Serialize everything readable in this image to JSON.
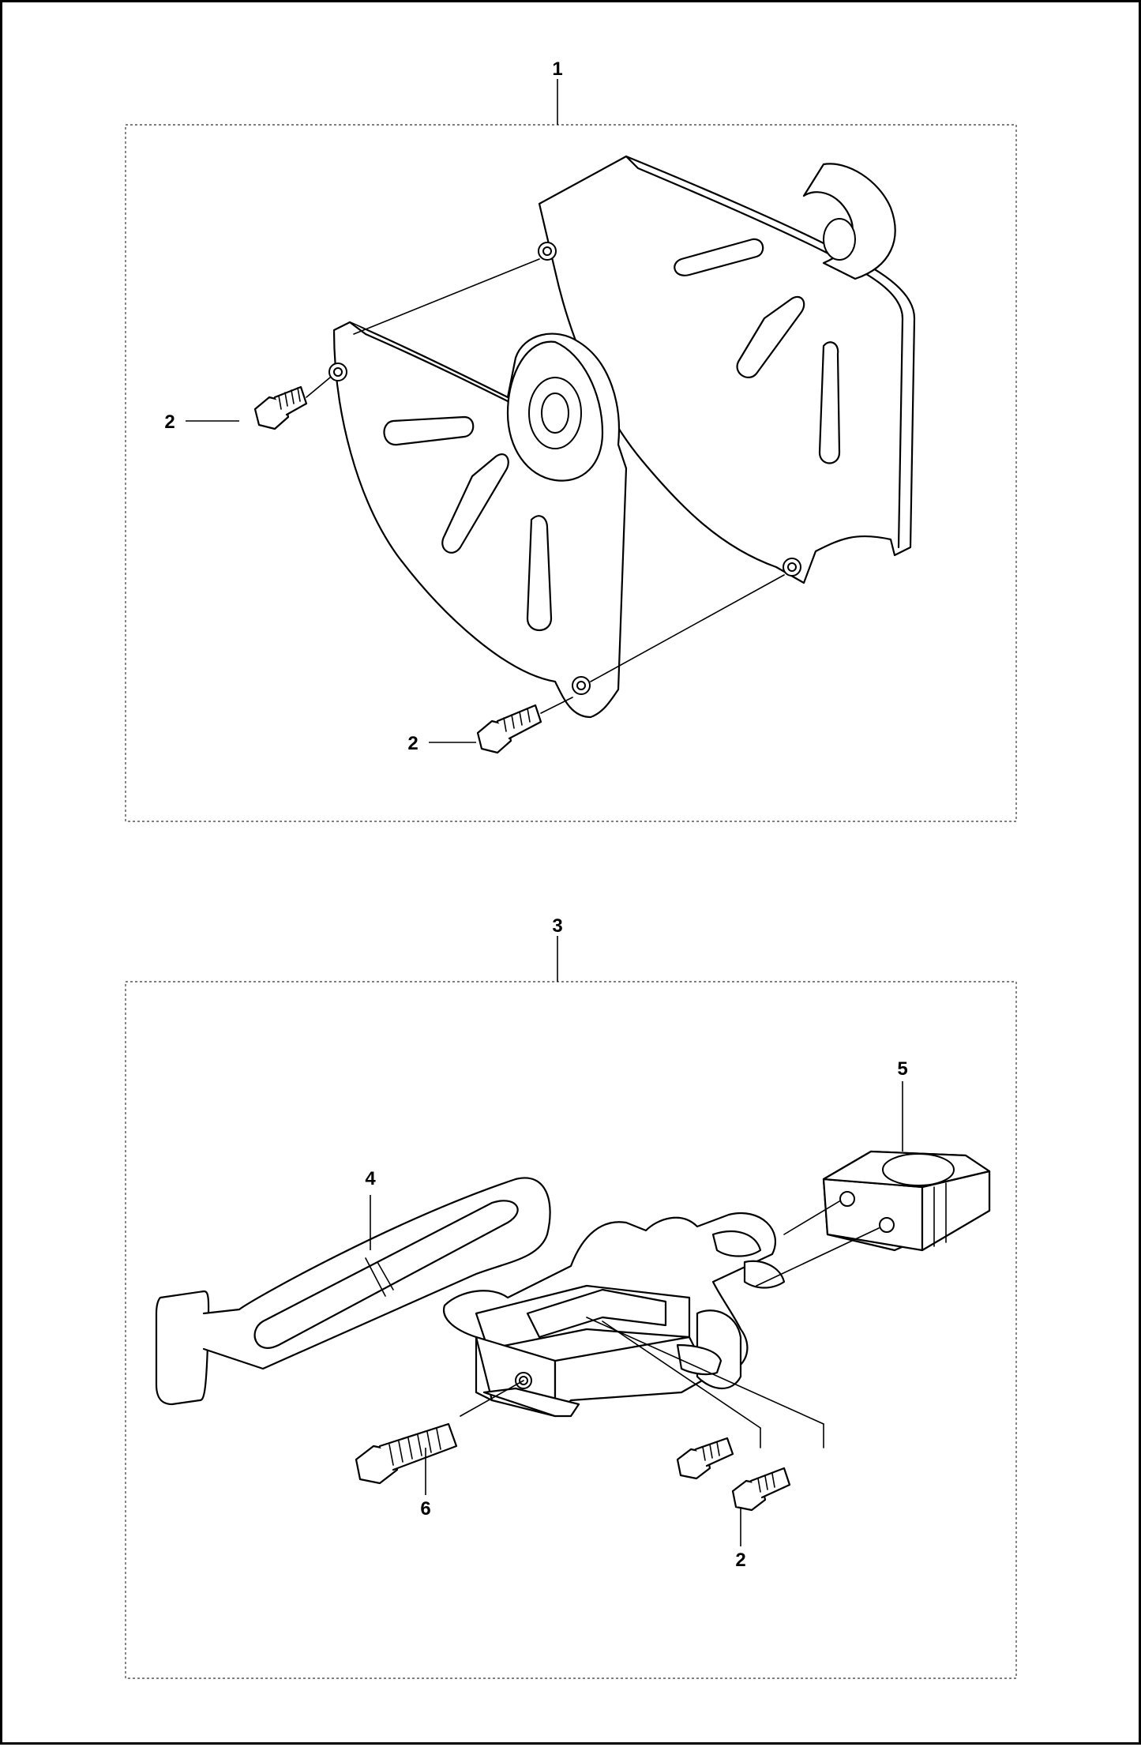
{
  "diagram": {
    "assemblies": [
      {
        "id": "assembly-1",
        "callout": "1"
      },
      {
        "id": "assembly-3",
        "callout": "3"
      }
    ],
    "callouts": {
      "c1": "1",
      "c2a": "2",
      "c2b": "2",
      "c3": "3",
      "c4": "4",
      "c5": "5",
      "c6": "6",
      "c2c": "2"
    }
  }
}
